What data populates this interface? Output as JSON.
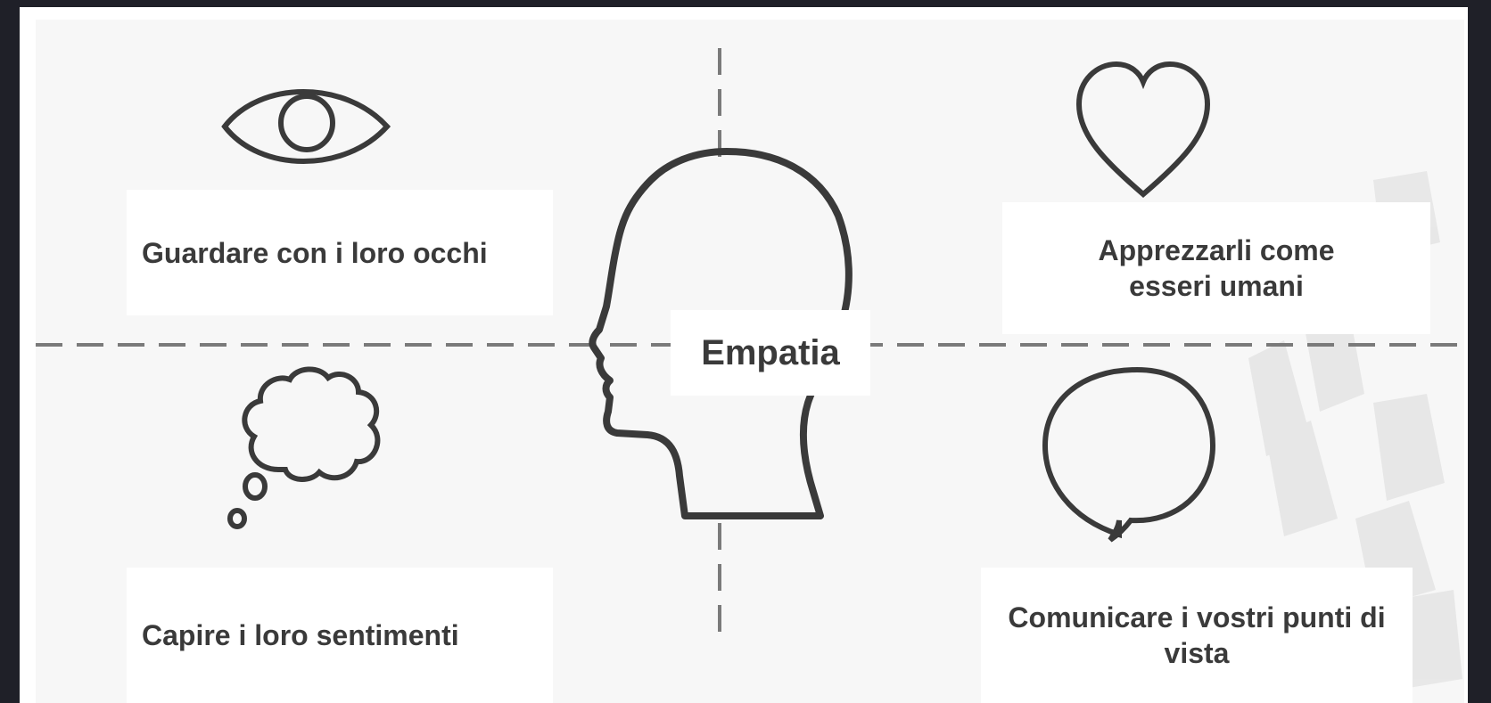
{
  "diagram": {
    "center_label": "Empatia",
    "quadrants": [
      {
        "id": "eye",
        "icon": "eye-icon",
        "label": "Guardare con i loro occhi"
      },
      {
        "id": "heart",
        "icon": "heart-icon",
        "label": "Apprezzarli come esseri umani"
      },
      {
        "id": "thought",
        "icon": "thought-bubble-icon",
        "label": "Capire i loro sentimenti"
      },
      {
        "id": "speech",
        "icon": "speech-bubble-icon",
        "label": "Comunicare i vostri punti di vista"
      }
    ],
    "center_icon": "head-profile-icon"
  },
  "colors": {
    "outer_background": "#1f2028",
    "panel_background": "#f7f7f7",
    "label_box": "#ffffff",
    "stroke": "#3a3a3a",
    "dashed_line": "#7a7a7a"
  }
}
